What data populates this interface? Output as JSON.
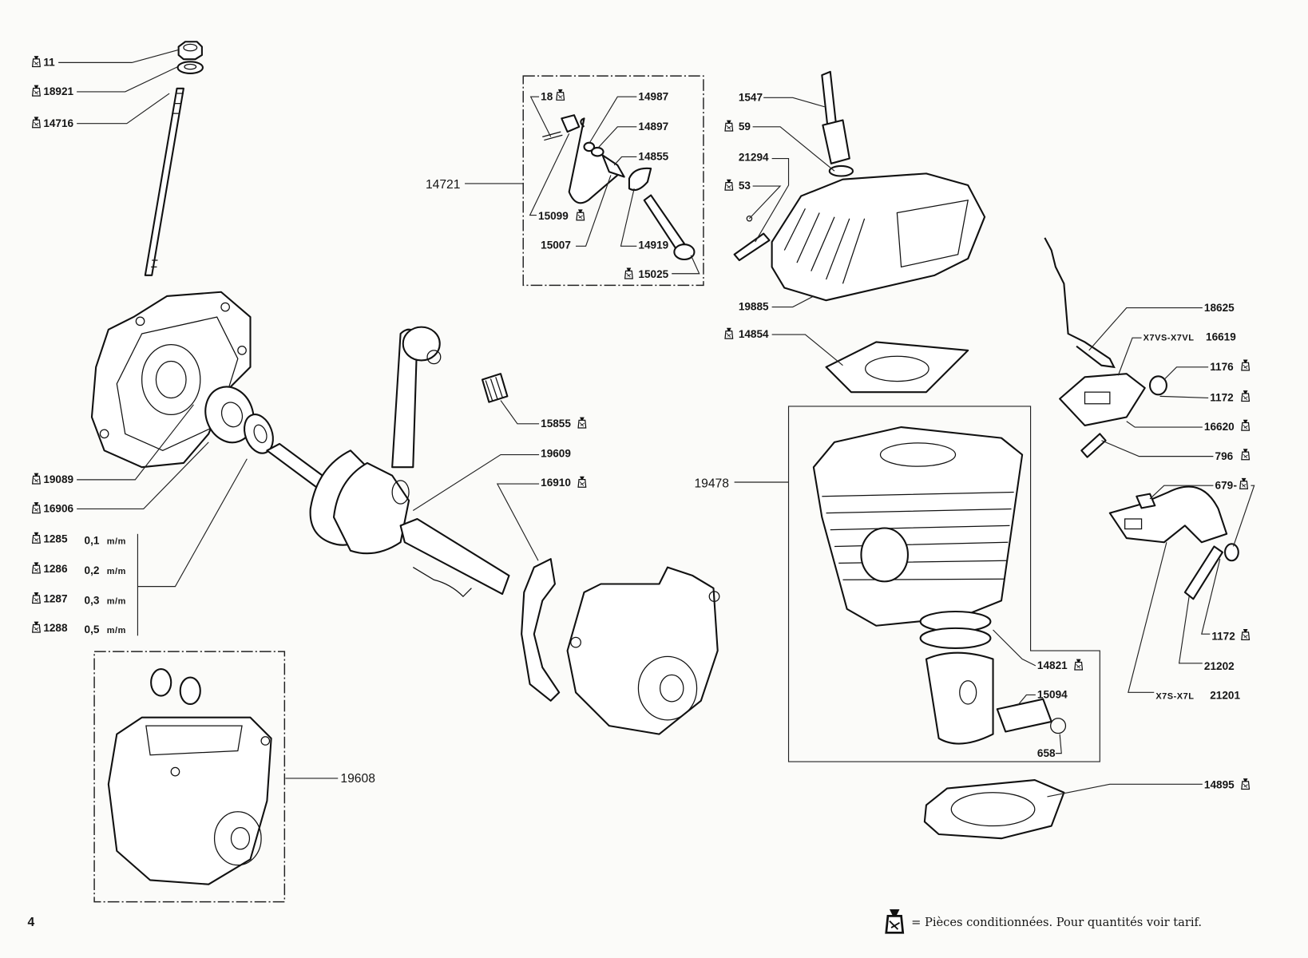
{
  "page_number": "4",
  "legend": {
    "icon": "packaged-bag-icon",
    "text": "= Pièces conditionnées. Pour quantités voir tarif."
  },
  "callouts": [
    {
      "ref": "11",
      "packaged": true
    },
    {
      "ref": "18921",
      "packaged": true
    },
    {
      "ref": "14716",
      "packaged": true
    },
    {
      "ref": "19089",
      "packaged": true
    },
    {
      "ref": "16906",
      "packaged": true
    },
    {
      "ref": "1285",
      "packaged": true,
      "thickness": "0,1",
      "unit": "m/m"
    },
    {
      "ref": "1286",
      "packaged": true,
      "thickness": "0,2",
      "unit": "m/m"
    },
    {
      "ref": "1287",
      "packaged": true,
      "thickness": "0,3",
      "unit": "m/m"
    },
    {
      "ref": "1288",
      "packaged": true,
      "thickness": "0,5",
      "unit": "m/m"
    },
    {
      "ref": "14721",
      "packaged": false
    },
    {
      "ref": "18",
      "packaged": true
    },
    {
      "ref": "14987",
      "packaged": false
    },
    {
      "ref": "14897",
      "packaged": false
    },
    {
      "ref": "14855",
      "packaged": false
    },
    {
      "ref": "15099",
      "packaged": true
    },
    {
      "ref": "15007",
      "packaged": false
    },
    {
      "ref": "14919",
      "packaged": false
    },
    {
      "ref": "15025",
      "packaged": true
    },
    {
      "ref": "1547",
      "packaged": false
    },
    {
      "ref": "59",
      "packaged": true
    },
    {
      "ref": "21294",
      "packaged": false
    },
    {
      "ref": "53",
      "packaged": true
    },
    {
      "ref": "19885",
      "packaged": false
    },
    {
      "ref": "14854",
      "packaged": true
    },
    {
      "ref": "15855",
      "packaged": true
    },
    {
      "ref": "19609",
      "packaged": false
    },
    {
      "ref": "16910",
      "packaged": true
    },
    {
      "ref": "19478",
      "packaged": false
    },
    {
      "ref": "14821",
      "packaged": true
    },
    {
      "ref": "15094",
      "packaged": false
    },
    {
      "ref": "658",
      "packaged": false
    },
    {
      "ref": "14895",
      "packaged": true
    },
    {
      "ref": "18625",
      "packaged": false
    },
    {
      "ref": "16619",
      "packaged": false,
      "model": "X7VS-X7VL"
    },
    {
      "ref": "1176",
      "packaged": true
    },
    {
      "ref": "1172",
      "packaged": true
    },
    {
      "ref": "16620",
      "packaged": true
    },
    {
      "ref": "796",
      "packaged": true
    },
    {
      "ref": "679",
      "packaged": true
    },
    {
      "ref": "1172",
      "packaged": true
    },
    {
      "ref": "21202",
      "packaged": false
    },
    {
      "ref": "21201",
      "packaged": false,
      "model": "X7S-X7L"
    },
    {
      "ref": "19608",
      "packaged": false
    }
  ]
}
